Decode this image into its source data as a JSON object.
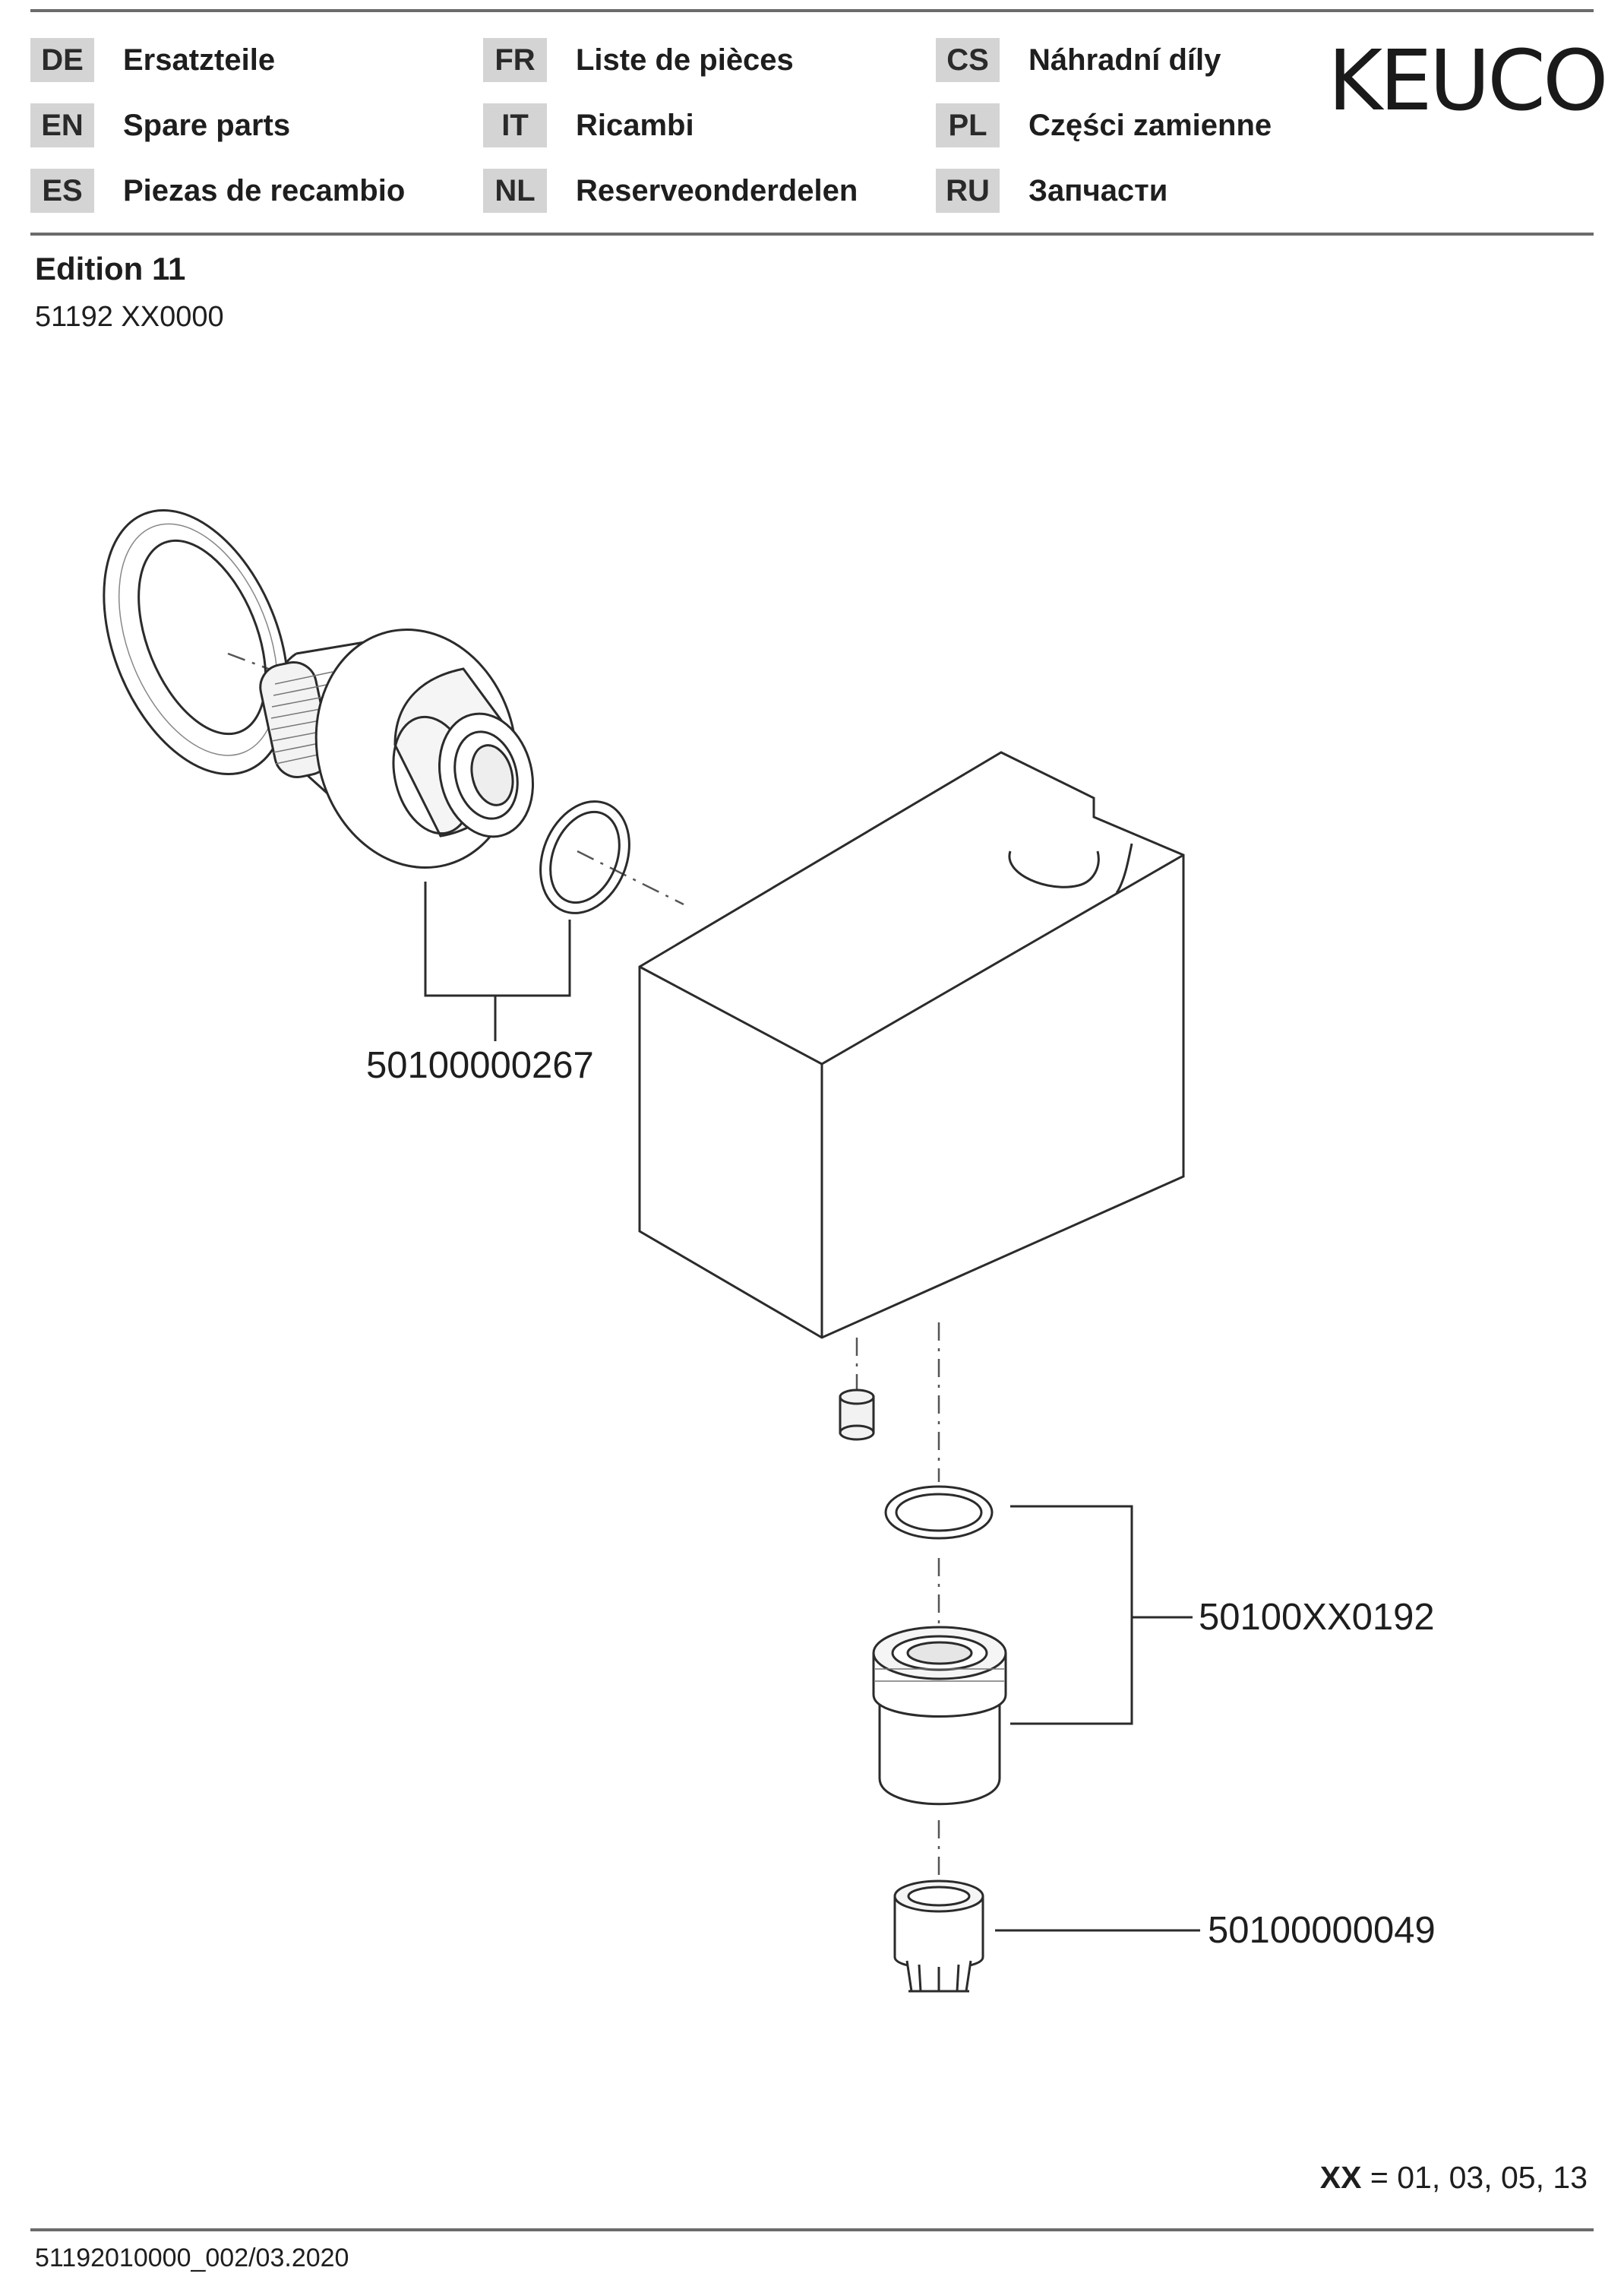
{
  "header": {
    "languages": [
      {
        "code": "DE",
        "label": "Ersatzteile"
      },
      {
        "code": "EN",
        "label": "Spare parts"
      },
      {
        "code": "ES",
        "label": "Piezas de recambio"
      },
      {
        "code": "FR",
        "label": "Liste de pièces"
      },
      {
        "code": "IT",
        "label": "Ricambi"
      },
      {
        "code": "NL",
        "label": "Reserveonderdelen"
      },
      {
        "code": "CS",
        "label": "Náhradní díly"
      },
      {
        "code": "PL",
        "label": "Części zamienne"
      },
      {
        "code": "RU",
        "label": "Запчасти"
      }
    ],
    "logo_text": "KEUCO"
  },
  "product": {
    "edition": "Edition 11",
    "article_number": "51192 XX0000"
  },
  "parts": [
    {
      "number": "50100000267"
    },
    {
      "number": "50100XX0192"
    },
    {
      "number": "50100000049"
    }
  ],
  "variants": {
    "code": "XX",
    "values": "= 01, 03, 05, 13"
  },
  "footer": {
    "document_number": "51192010000_002/03.2020"
  }
}
